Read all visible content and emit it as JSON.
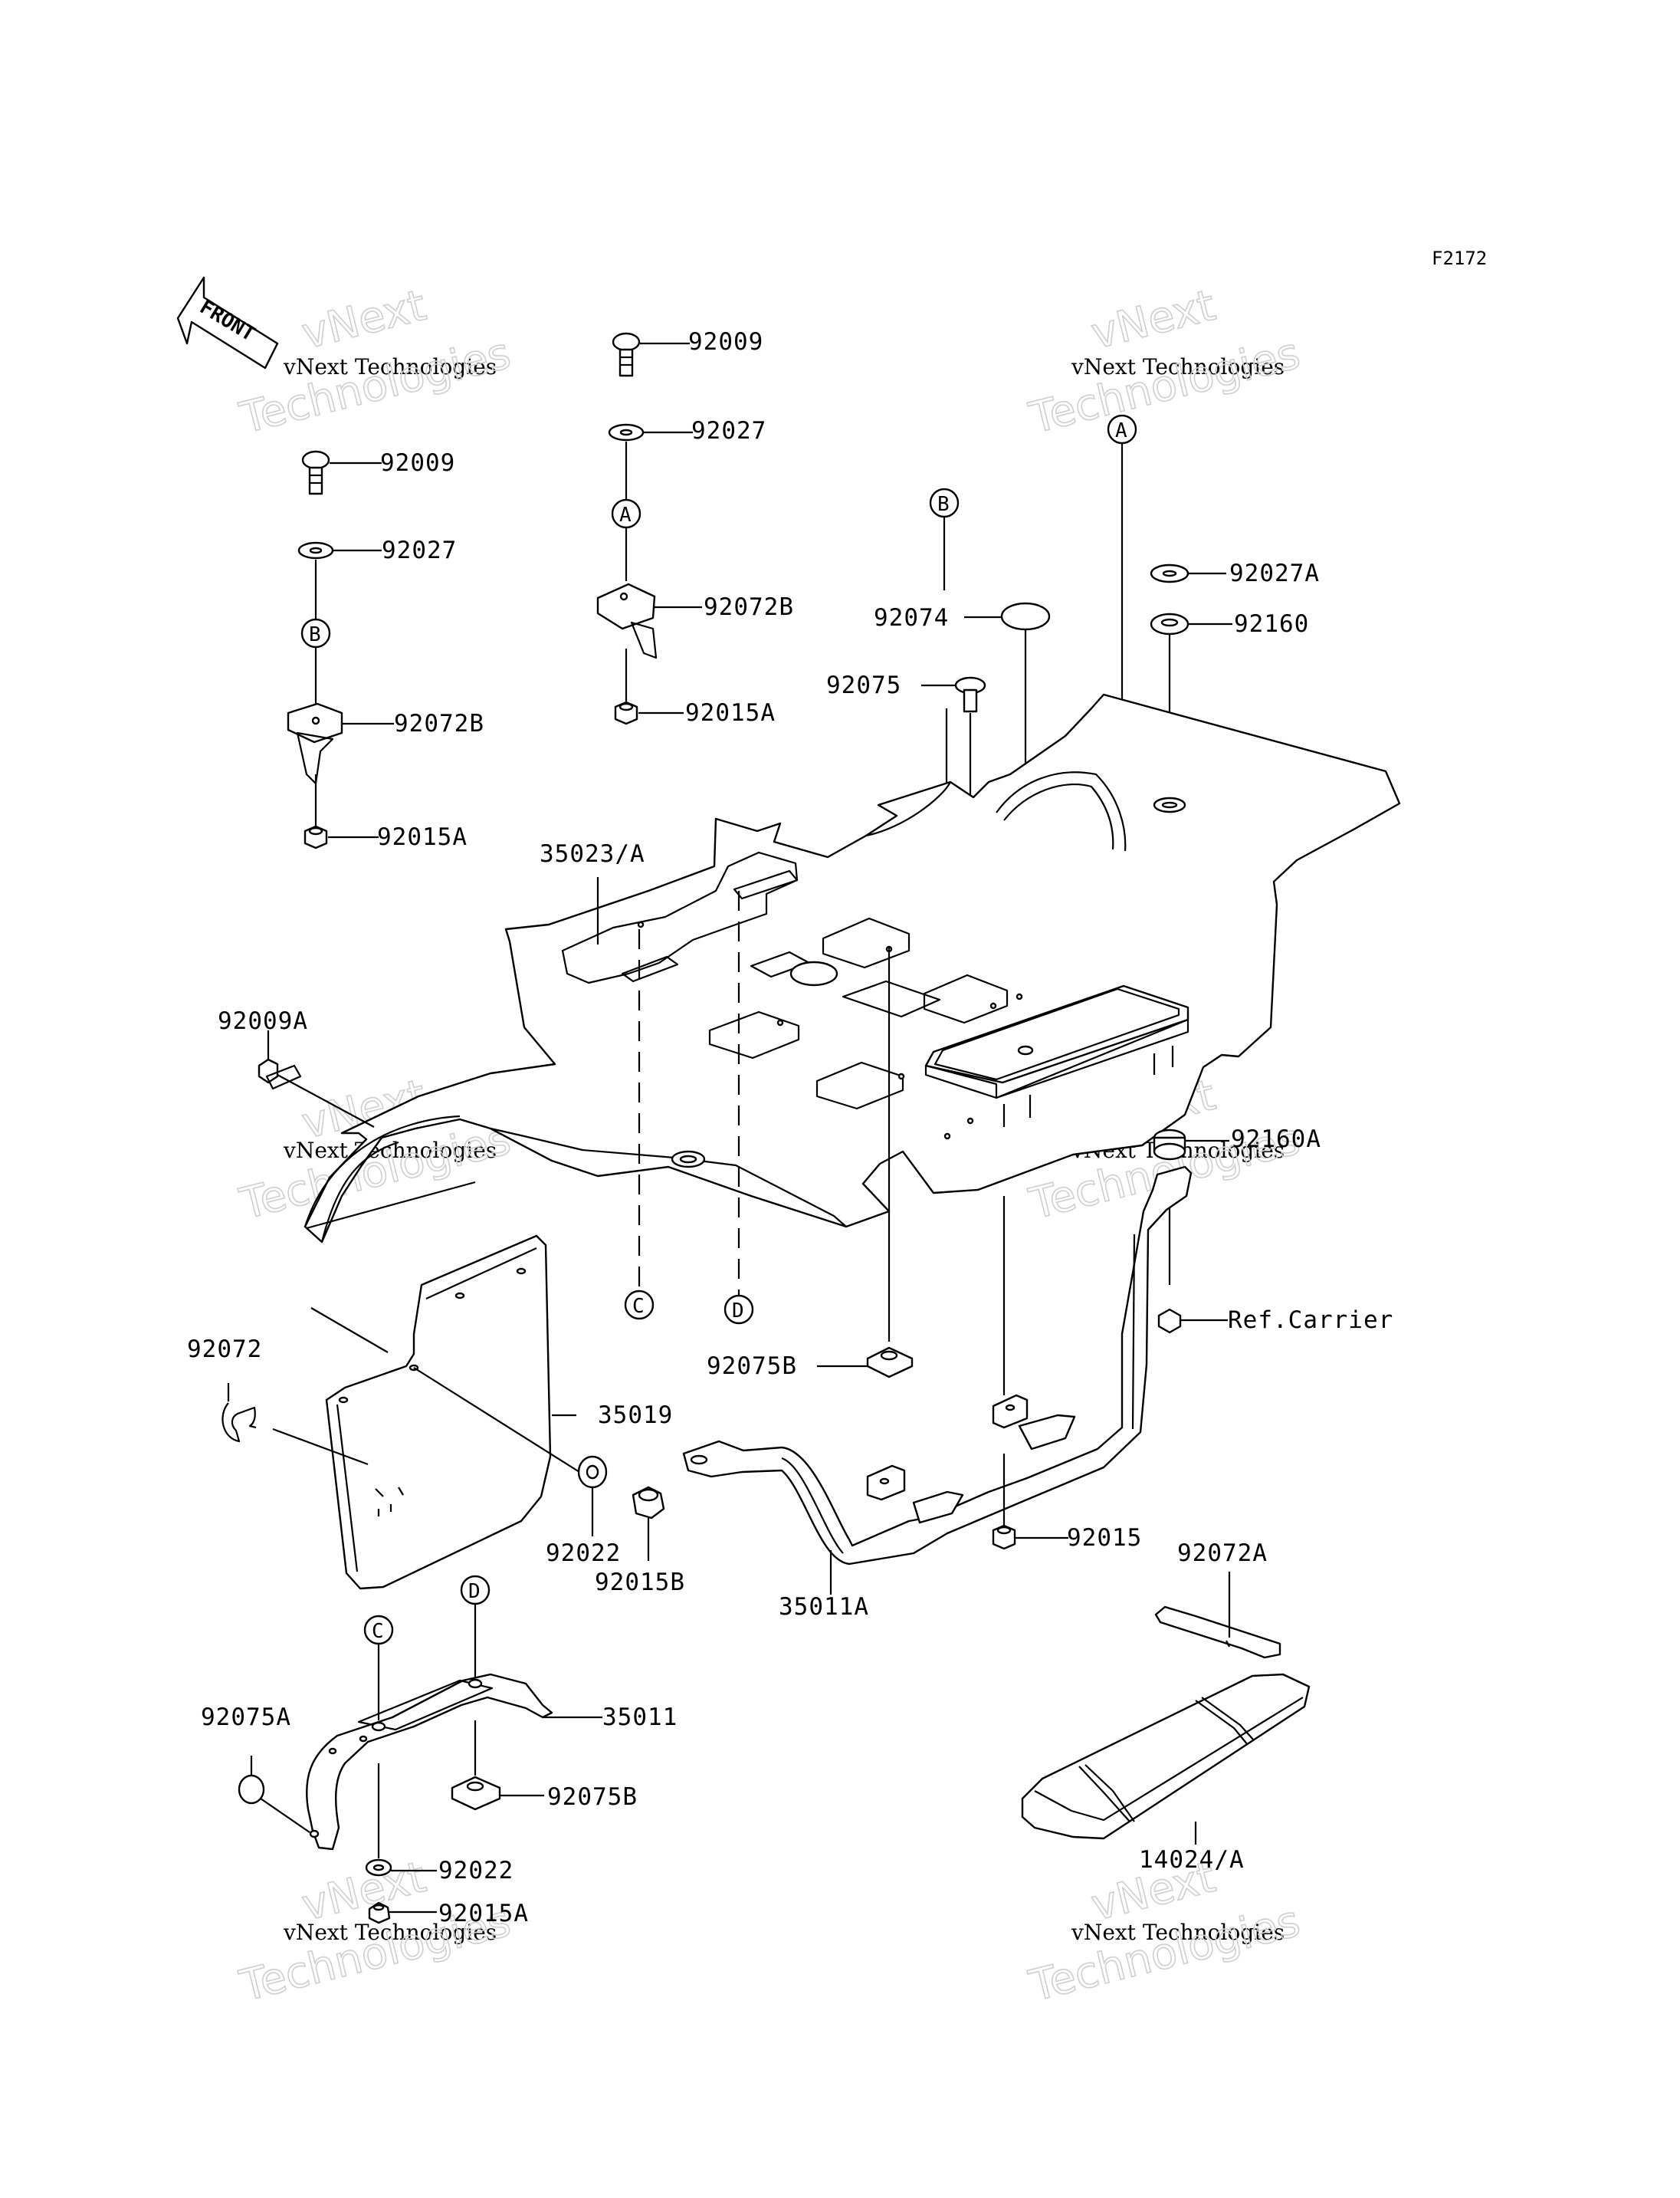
{
  "figure_id": "F2172",
  "front_marker": "FRONT",
  "watermark": {
    "line1": "vNext Technologies",
    "line2": "Technologies",
    "line3": "vNext"
  },
  "parts": [
    {
      "id": "p1",
      "label": "92009"
    },
    {
      "id": "p2",
      "label": "92027"
    },
    {
      "id": "p3",
      "label": "92072B"
    },
    {
      "id": "p4",
      "label": "92015A"
    },
    {
      "id": "p5",
      "label": "92009"
    },
    {
      "id": "p6",
      "label": "92027"
    },
    {
      "id": "p7",
      "label": "92072B"
    },
    {
      "id": "p8",
      "label": "92015A"
    },
    {
      "id": "p9",
      "label": "92074"
    },
    {
      "id": "p10",
      "label": "92075"
    },
    {
      "id": "p11",
      "label": "92027A"
    },
    {
      "id": "p12",
      "label": "92160"
    },
    {
      "id": "p13",
      "label": "35023/A"
    },
    {
      "id": "p14",
      "label": "92009A"
    },
    {
      "id": "p15",
      "label": "92160A"
    },
    {
      "id": "p16",
      "label": "Ref.Carrier"
    },
    {
      "id": "p17",
      "label": "92072"
    },
    {
      "id": "p18",
      "label": "35019"
    },
    {
      "id": "p19",
      "label": "92075B"
    },
    {
      "id": "p20",
      "label": "92022"
    },
    {
      "id": "p21",
      "label": "92015B"
    },
    {
      "id": "p22",
      "label": "35011A"
    },
    {
      "id": "p23",
      "label": "92015"
    },
    {
      "id": "p24",
      "label": "92072A"
    },
    {
      "id": "p25",
      "label": "92075A"
    },
    {
      "id": "p26",
      "label": "35011"
    },
    {
      "id": "p27",
      "label": "92075B"
    },
    {
      "id": "p28",
      "label": "92022"
    },
    {
      "id": "p29",
      "label": "92015A"
    },
    {
      "id": "p30",
      "label": "14024/A"
    }
  ],
  "connectors": [
    "A",
    "B",
    "C",
    "D"
  ]
}
